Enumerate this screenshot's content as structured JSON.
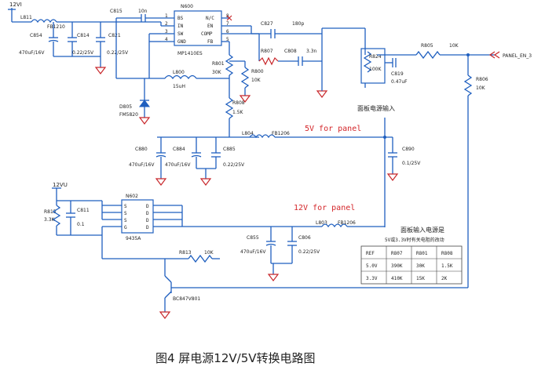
{
  "caption": "图4   屏电源12V/5V转换电路图",
  "power_labels": {
    "vin_top": "12VI",
    "vin_left": "12VU"
  },
  "notes": {
    "panel_input": "面板电源输入",
    "rail_5v": "5V for panel",
    "rail_12v": "12V for panel"
  },
  "net_out": "PANEL_EN_3",
  "components": {
    "L811": "L811",
    "FB1210": "FB1210",
    "C854": "C854",
    "C854_v": "470uF/16V",
    "C814": "C814",
    "C814_v": "0.22/25V",
    "C821": "C821",
    "C821_v": "0.22/25V",
    "C815": "C815",
    "C815_v": "10n",
    "N600": "N600",
    "N600_part": "MP1410ES",
    "C827": "C827",
    "C827_v": "180p",
    "R807": "R807",
    "C808": "C808",
    "C808_v": "3.3n",
    "R801": "R801",
    "R801_v": "30K",
    "R800": "R800",
    "R800_v": "10K",
    "R808": "R808",
    "R808_v": "1.5K",
    "L800": "L800",
    "L800_v": "15uH",
    "D805": "D805",
    "D805_v": "FM5820",
    "L804": "L804",
    "FB1206a": "FB1206",
    "C880": "C880",
    "C880_v": "470uF/16V",
    "C884": "C884",
    "C884_v": "470uF/16V",
    "C885": "C885",
    "C885_v": "0.22/25V",
    "C890": "C890",
    "C890_v": "0.1/25V",
    "R824": "R824",
    "R824_v": "100K",
    "C819": "C819",
    "C819_v": "0.47uF",
    "R805": "R805",
    "R805_v": "10K",
    "R806": "R806",
    "R806_v": "10K",
    "N602": "N602",
    "N602_part": "9435A",
    "R815": "R815",
    "R815_v": "3.3K",
    "C811": "C811",
    "C811_v": "0.1",
    "R813": "R813",
    "R813_v": "10K",
    "V801": "BC847V801",
    "L803": "L803",
    "FB1206b": "FB1206",
    "C855": "C855",
    "C855_v": "470uF/16V",
    "C806": "C806",
    "C806_v": "0.22/25V"
  },
  "ic_pins_left": [
    "BS",
    "IN",
    "SW",
    "GND"
  ],
  "ic_pins_right": [
    "N/C",
    "EN",
    "COMP",
    "FB"
  ],
  "mosfet_pins_left": [
    "S",
    "S",
    "S",
    "G"
  ],
  "mosfet_pins_right": [
    "D",
    "D",
    "D",
    "D"
  ],
  "table": {
    "title": "面板输入电源是",
    "subtitle": "5V或3.3V时有关电阻的改动",
    "header": [
      "REF",
      "R807",
      "R801",
      "R808"
    ],
    "rows": [
      [
        "5.0V",
        "390K",
        "30K",
        "1.5K"
      ],
      [
        "3.3V",
        "410K",
        "15K",
        "2K"
      ]
    ]
  }
}
